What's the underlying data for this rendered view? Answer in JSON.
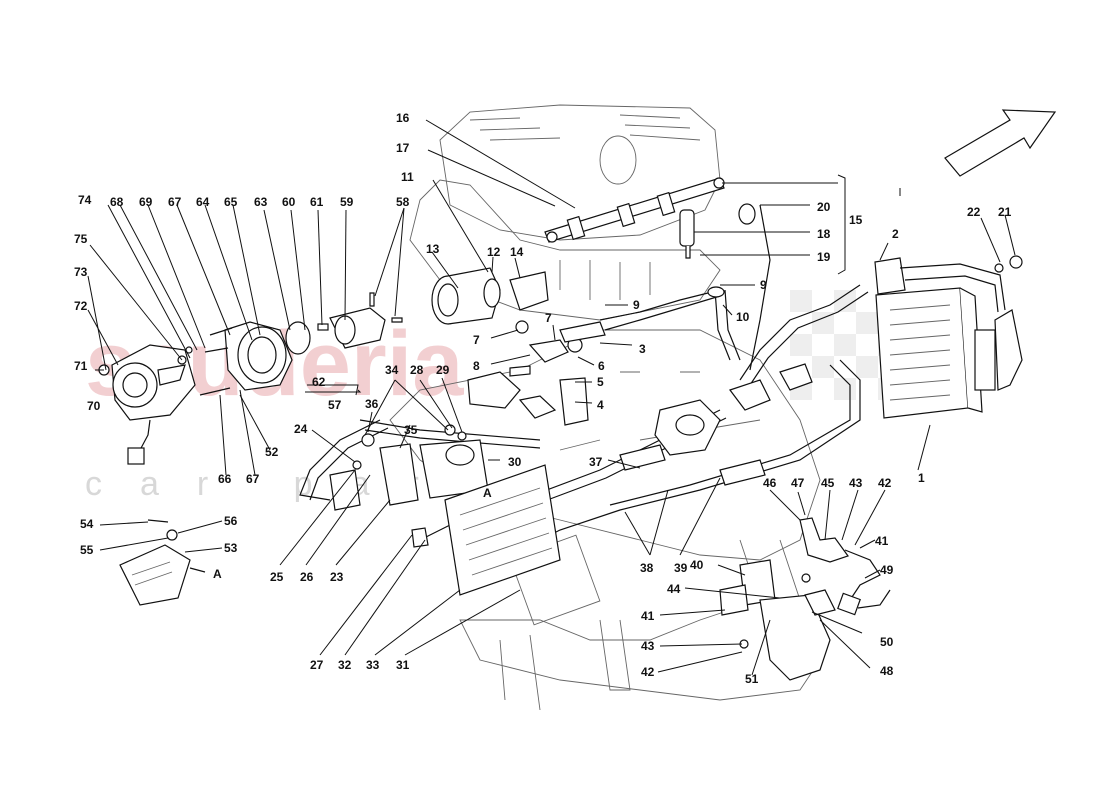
{
  "watermark": {
    "main": "scuderia",
    "sub": "car parts"
  },
  "section_marker": "A",
  "colors": {
    "line": "#111111",
    "ghost": "#666666",
    "watermark_red": "#e8a8ad",
    "watermark_grey": "#d8d8d8"
  },
  "callouts": {
    "c1": "1",
    "c2": "2",
    "c3": "3",
    "c4": "4",
    "c5": "5",
    "c6": "6",
    "c7": "7",
    "c8": "8",
    "c9": "9",
    "c10": "10",
    "c11": "11",
    "c12": "12",
    "c13": "13",
    "c14": "14",
    "c15": "15",
    "c16": "16",
    "c17": "17",
    "c18": "18",
    "c19": "19",
    "c20": "20",
    "c21": "21",
    "c22": "22",
    "c23": "23",
    "c24": "24",
    "c25": "25",
    "c26": "26",
    "c27": "27",
    "c28": "28",
    "c29": "29",
    "c30": "30",
    "c31": "31",
    "c32": "32",
    "c33": "33",
    "c34": "34",
    "c35": "35",
    "c36": "36",
    "c37": "37",
    "c38": "38",
    "c39": "39",
    "c40": "40",
    "c41": "41",
    "c42": "42",
    "c43": "43",
    "c44": "44",
    "c45": "45",
    "c46": "46",
    "c47": "47",
    "c48": "48",
    "c49": "49",
    "c50": "50",
    "c51": "51",
    "c52": "52",
    "c53": "53",
    "c54": "54",
    "c55": "55",
    "c56": "56",
    "c57": "57",
    "c58": "58",
    "c59": "59",
    "c60": "60",
    "c61": "61",
    "c62": "62",
    "c63": "63",
    "c64": "64",
    "c65": "65",
    "c66": "66",
    "c67": "67",
    "c68": "68",
    "c69": "69",
    "c70": "70",
    "c71": "71",
    "c72": "72",
    "c73": "73",
    "c74": "74",
    "c75": "75"
  }
}
